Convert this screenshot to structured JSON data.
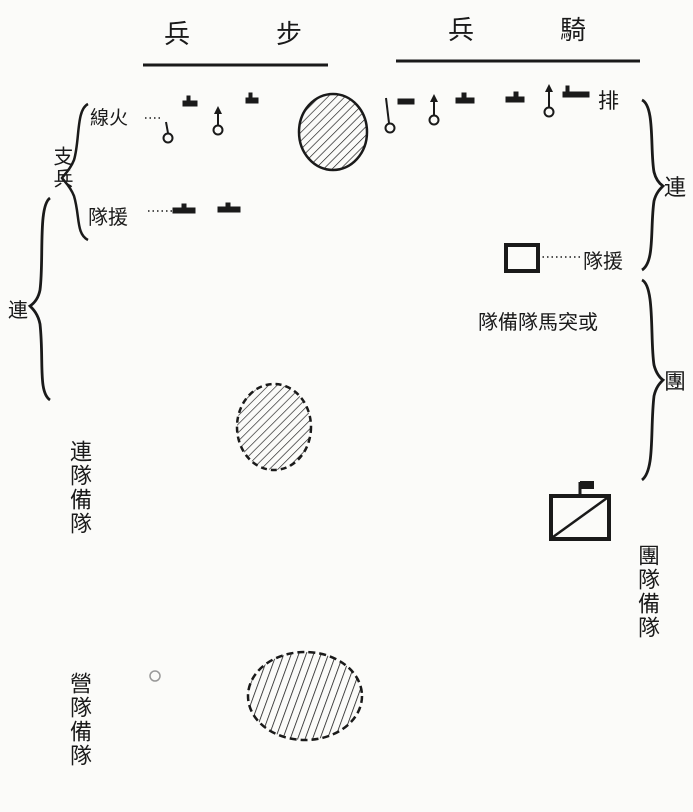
{
  "headers": {
    "infantry_right": "兵",
    "infantry_left": "步",
    "cavalry_right": "兵",
    "cavalry_left": "騎"
  },
  "infantry": {
    "firing_line_label": "線火",
    "support_label": "支兵",
    "support_team_label": "隊援",
    "company_bracket_label": "連",
    "company_reserve_label": "連隊備隊"
  },
  "cavalry": {
    "platoon_label": "排",
    "company_bracket_label": "連",
    "support_team_label": "隊援",
    "regiment_bracket_label": "團",
    "reserve_note": "隊備隊馬突或",
    "regiment_reserve_label": "團隊備隊"
  },
  "infantry_reserve": {
    "battalion_reserve_label": "營隊備隊"
  },
  "colors": {
    "ink": "#1a1a1a",
    "paper": "#fbfbf9"
  }
}
